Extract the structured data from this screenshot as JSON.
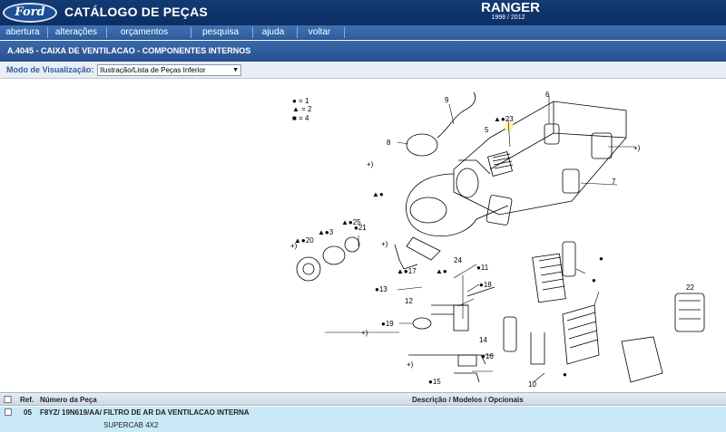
{
  "header": {
    "logo_text": "Ford",
    "app_title": "CATÁLOGO DE PEÇAS",
    "model": "RANGER",
    "years": "1998 / 2012"
  },
  "menu": {
    "items": [
      {
        "label": "abertura"
      },
      {
        "label": "alterações"
      },
      {
        "label": "orçamentos"
      },
      {
        "label": "pesquisa"
      },
      {
        "label": "ajuda"
      },
      {
        "label": "voltar"
      }
    ]
  },
  "page": {
    "title": "A.4045 - CAIXA DE VENTILACAO - COMPONENTES INTERNOS"
  },
  "view": {
    "label": "Modo de Visualização:",
    "selected": "Ilustração/Lista de Peças Inferior"
  },
  "diagram": {
    "legend": [
      {
        "symbol": "●",
        "text": "= 1"
      },
      {
        "symbol": "▲",
        "text": "= 2"
      },
      {
        "symbol": "■",
        "text": "= 4"
      }
    ],
    "callouts": [
      "9",
      "6",
      "▲●23",
      "5",
      "8",
      "+)",
      "+)",
      "7",
      "▲●",
      "▲●25",
      "▲●3",
      "▲●20",
      "●21",
      "+)",
      "+)",
      "24",
      "▲●",
      "▲●17",
      "●11",
      "●13",
      "●18",
      "12",
      "+)",
      "●19",
      "14",
      "+)",
      "●",
      "●",
      "22",
      "●16",
      "●15",
      "10",
      "●"
    ],
    "highlight_label": "5"
  },
  "table": {
    "headers": {
      "ref": "Ref.",
      "part_number": "Número da Peça",
      "description": "Descrição / Modelos / Opcionais"
    },
    "rows": [
      {
        "ref": "05",
        "part_number": "F8YZ/ 19N619/AA/",
        "description": "FILTRO DE AR DA VENTILACAO INTERNA",
        "note": "SUPERCAB 4X2"
      }
    ]
  }
}
